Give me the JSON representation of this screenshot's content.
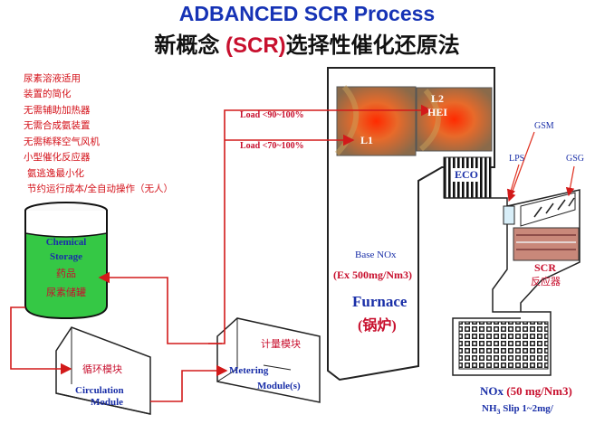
{
  "title": {
    "en": "ADBANCED SCR Process",
    "cn_prefix": "新概念 ",
    "cn_scr": "(SCR)",
    "cn_suffix": "选择性催化还原法"
  },
  "features": [
    "尿素溶液适用",
    "装置的简化",
    "无需辅助加热器",
    "无需合成氨装置",
    "无需稀释空气风机",
    "小型催化反应器",
    "氨逃逸最小化",
    "节约运行成本/全自动操作（无人）"
  ],
  "storage": {
    "line1": "Chemical",
    "line2": "Storage",
    "cn1": "药品",
    "cn2": "尿素储罐"
  },
  "circulation": {
    "cn": "循环模块",
    "en1": "Circulation",
    "en2": "Module"
  },
  "metering": {
    "cn": "计量模块",
    "en1": "Metering",
    "en2": "Module(s)"
  },
  "loads": {
    "high": "Load <90~100%",
    "low": "Load <70~100%"
  },
  "burners": {
    "l1": "L1",
    "l2a": "L2",
    "l2b": "HEI"
  },
  "eco": "ECO",
  "furnace": {
    "base": "Base NOx",
    "ex": "(Ex  500mg/Nm3)",
    "name": "Furnace",
    "cn": "(锅炉)"
  },
  "sensors": {
    "gsm": "GSM",
    "lps": "LPS",
    "gsg": "GSG"
  },
  "scr": {
    "en": "SCR",
    "cn": "反应器"
  },
  "outlet": {
    "nox": "NOx",
    "nox_val": " (50 mg/Nm3)",
    "slip_pre": "NH",
    "slip_sub": "3",
    "slip_post": " Slip 1~2mg/"
  },
  "colors": {
    "title_blue": "#1633b5",
    "red": "#c8102e",
    "flow_red": "#d21a1a",
    "tank_green": "#35c845"
  }
}
